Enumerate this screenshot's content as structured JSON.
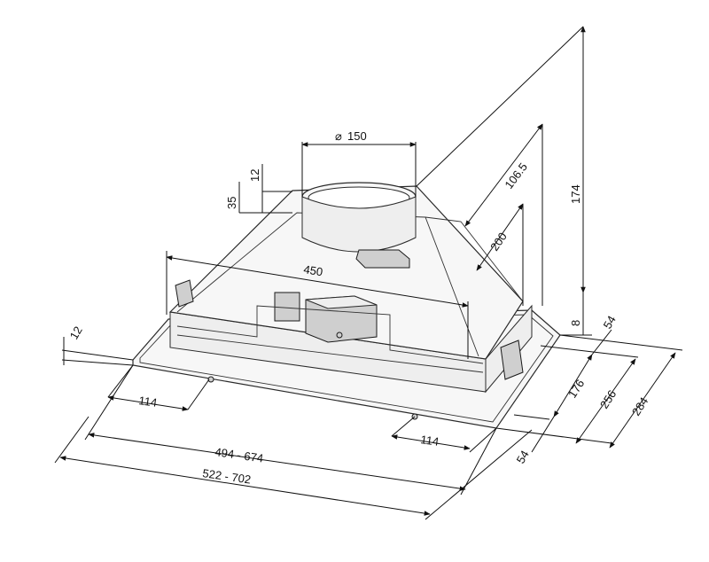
{
  "dimensions": {
    "duct_diameter": "150",
    "diameter_symbol": "⌀",
    "collar_offset": "12",
    "collar_height": "35",
    "width_450": "450",
    "depth_106_5": "106.5",
    "depth_200": "200",
    "height_174": "174",
    "flange_8": "8",
    "side_54_top": "54",
    "side_176": "176",
    "side_256": "256",
    "side_284": "284",
    "side_54_bottom": "54",
    "left_12": "12",
    "left_114": "114",
    "right_114": "114",
    "width_494_674": "494 - 674",
    "width_522_702": "522 - 702"
  },
  "colors": {
    "line": "#1a1a1a",
    "background": "#ffffff"
  }
}
